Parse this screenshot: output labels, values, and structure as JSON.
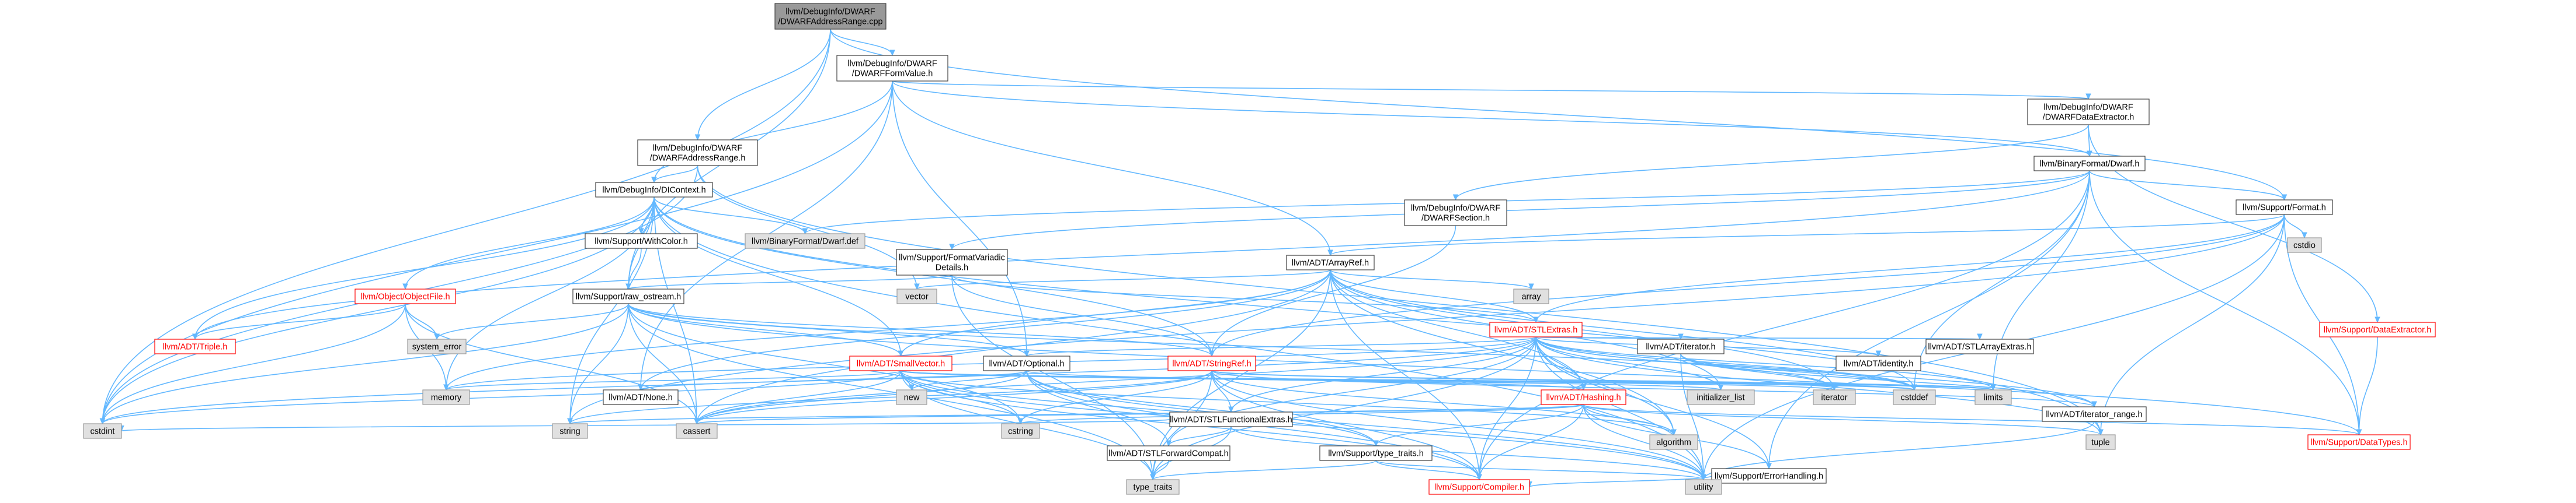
{
  "diagram": {
    "type": "include-dependency-graph",
    "colors": {
      "edge": "#63b8ff",
      "root_fill": "#999999",
      "system_fill": "#e0e0e0",
      "truncated_border": "#ff0000",
      "normal_border": "#404040"
    },
    "nodes": [
      {
        "id": "root",
        "kind": "root",
        "lines": [
          "llvm/DebugInfo/DWARF",
          "/DWARFAddressRange.cpp"
        ]
      },
      {
        "id": "formvalue",
        "kind": "normal",
        "lines": [
          "llvm/DebugInfo/DWARF",
          "/DWARFFormValue.h"
        ]
      },
      {
        "id": "addrrange",
        "kind": "normal",
        "lines": [
          "llvm/DebugInfo/DWARF",
          "/DWARFAddressRange.h"
        ]
      },
      {
        "id": "dataextractor_dw",
        "kind": "normal",
        "lines": [
          "llvm/DebugInfo/DWARF",
          "/DWARFDataExtractor.h"
        ]
      },
      {
        "id": "dicontext",
        "kind": "normal",
        "lines": [
          "llvm/DebugInfo/DIContext.h"
        ]
      },
      {
        "id": "binarydwarf",
        "kind": "normal",
        "lines": [
          "llvm/BinaryFormat/Dwarf.h"
        ]
      },
      {
        "id": "dwarfsection",
        "kind": "normal",
        "lines": [
          "llvm/DebugInfo/DWARF",
          "/DWARFSection.h"
        ]
      },
      {
        "id": "supportformat",
        "kind": "normal",
        "lines": [
          "llvm/Support/Format.h"
        ]
      },
      {
        "id": "dwarfdef",
        "kind": "sys",
        "lines": [
          "llvm/BinaryFormat/Dwarf.def"
        ]
      },
      {
        "id": "withcolor",
        "kind": "normal",
        "lines": [
          "llvm/Support/WithColor.h"
        ]
      },
      {
        "id": "formatvariadic",
        "kind": "normal",
        "lines": [
          "llvm/Support/FormatVariadic",
          "Details.h"
        ]
      },
      {
        "id": "cstdio",
        "kind": "sys",
        "lines": [
          "cstdio"
        ]
      },
      {
        "id": "arrayref",
        "kind": "normal",
        "lines": [
          "llvm/ADT/ArrayRef.h"
        ]
      },
      {
        "id": "objectfile",
        "kind": "trunc",
        "lines": [
          "llvm/Object/ObjectFile.h"
        ]
      },
      {
        "id": "rawostream",
        "kind": "normal",
        "lines": [
          "llvm/Support/raw_ostream.h"
        ]
      },
      {
        "id": "vector",
        "kind": "sys",
        "lines": [
          "vector"
        ]
      },
      {
        "id": "array",
        "kind": "sys",
        "lines": [
          "array"
        ]
      },
      {
        "id": "stlextras",
        "kind": "trunc",
        "lines": [
          "llvm/ADT/STLExtras.h"
        ]
      },
      {
        "id": "dataextractor",
        "kind": "trunc",
        "lines": [
          "llvm/Support/DataExtractor.h"
        ]
      },
      {
        "id": "triple",
        "kind": "trunc",
        "lines": [
          "llvm/ADT/Triple.h"
        ]
      },
      {
        "id": "systemerror",
        "kind": "sys",
        "lines": [
          "system_error"
        ]
      },
      {
        "id": "smallvector",
        "kind": "trunc",
        "lines": [
          "llvm/ADT/SmallVector.h"
        ]
      },
      {
        "id": "optional",
        "kind": "normal",
        "lines": [
          "llvm/ADT/Optional.h"
        ]
      },
      {
        "id": "stringref",
        "kind": "trunc",
        "lines": [
          "llvm/ADT/StringRef.h"
        ]
      },
      {
        "id": "iteratorh",
        "kind": "normal",
        "lines": [
          "llvm/ADT/iterator.h"
        ]
      },
      {
        "id": "identity",
        "kind": "normal",
        "lines": [
          "llvm/ADT/identity.h"
        ]
      },
      {
        "id": "stlarrayextras",
        "kind": "normal",
        "lines": [
          "llvm/ADT/STLArrayExtras.h"
        ]
      },
      {
        "id": "memory",
        "kind": "sys",
        "lines": [
          "memory"
        ]
      },
      {
        "id": "none",
        "kind": "normal",
        "lines": [
          "llvm/ADT/None.h"
        ]
      },
      {
        "id": "new",
        "kind": "sys",
        "lines": [
          "new"
        ]
      },
      {
        "id": "stlfunctional",
        "kind": "normal",
        "lines": [
          "llvm/ADT/STLFunctionalExtras.h"
        ]
      },
      {
        "id": "hashing",
        "kind": "trunc",
        "lines": [
          "llvm/ADT/Hashing.h"
        ]
      },
      {
        "id": "initlist",
        "kind": "sys",
        "lines": [
          "initializer_list"
        ]
      },
      {
        "id": "iterator",
        "kind": "sys",
        "lines": [
          "iterator"
        ]
      },
      {
        "id": "cstddef",
        "kind": "sys",
        "lines": [
          "cstddef"
        ]
      },
      {
        "id": "limits",
        "kind": "sys",
        "lines": [
          "limits"
        ]
      },
      {
        "id": "iteratorrange",
        "kind": "normal",
        "lines": [
          "llvm/ADT/iterator_range.h"
        ]
      },
      {
        "id": "cstdint",
        "kind": "sys",
        "lines": [
          "cstdint"
        ]
      },
      {
        "id": "string",
        "kind": "sys",
        "lines": [
          "string"
        ]
      },
      {
        "id": "cassert",
        "kind": "sys",
        "lines": [
          "cassert"
        ]
      },
      {
        "id": "cstring",
        "kind": "sys",
        "lines": [
          "cstring"
        ]
      },
      {
        "id": "stlforwardcompat",
        "kind": "normal",
        "lines": [
          "llvm/ADT/STLForwardCompat.h"
        ]
      },
      {
        "id": "typetraitsh",
        "kind": "normal",
        "lines": [
          "llvm/Support/type_traits.h"
        ]
      },
      {
        "id": "algorithm",
        "kind": "sys",
        "lines": [
          "algorithm"
        ]
      },
      {
        "id": "errorhandling",
        "kind": "normal",
        "lines": [
          "llvm/Support/ErrorHandling.h"
        ]
      },
      {
        "id": "tuple",
        "kind": "sys",
        "lines": [
          "tuple"
        ]
      },
      {
        "id": "datatypes",
        "kind": "trunc",
        "lines": [
          "llvm/Support/DataTypes.h"
        ]
      },
      {
        "id": "typetraits",
        "kind": "sys",
        "lines": [
          "type_traits"
        ]
      },
      {
        "id": "compiler",
        "kind": "trunc",
        "lines": [
          "llvm/Support/Compiler.h"
        ]
      },
      {
        "id": "utility",
        "kind": "sys",
        "lines": [
          "utility"
        ]
      }
    ],
    "edges": [
      [
        "root",
        "formvalue"
      ],
      [
        "root",
        "addrrange"
      ],
      [
        "root",
        "rawostream"
      ],
      [
        "root",
        "supportformat"
      ],
      [
        "root",
        "cstdint"
      ],
      [
        "formvalue",
        "dicontext"
      ],
      [
        "formvalue",
        "dataextractor_dw"
      ],
      [
        "formvalue",
        "binarydwarf"
      ],
      [
        "formvalue",
        "arrayref"
      ],
      [
        "formvalue",
        "optional"
      ],
      [
        "formvalue",
        "none"
      ],
      [
        "formvalue",
        "cstdint"
      ],
      [
        "addrrange",
        "dicontext"
      ],
      [
        "addrrange",
        "tuple"
      ],
      [
        "addrrange",
        "vector"
      ],
      [
        "addrrange",
        "cstdint"
      ],
      [
        "dataextractor_dw",
        "binarydwarf"
      ],
      [
        "dataextractor_dw",
        "dwarfsection"
      ],
      [
        "dataextractor_dw",
        "dataextractor"
      ],
      [
        "dicontext",
        "dwarfdef"
      ],
      [
        "dicontext",
        "withcolor"
      ],
      [
        "dicontext",
        "objectfile"
      ],
      [
        "dicontext",
        "rawostream"
      ],
      [
        "dicontext",
        "smallvector"
      ],
      [
        "dicontext",
        "triple"
      ],
      [
        "dicontext",
        "memory"
      ],
      [
        "dicontext",
        "cassert"
      ],
      [
        "dicontext",
        "cstdint"
      ],
      [
        "dicontext",
        "string"
      ],
      [
        "dicontext",
        "tuple"
      ],
      [
        "dicontext",
        "utility"
      ],
      [
        "dicontext",
        "stringref"
      ],
      [
        "binarydwarf",
        "dwarfdef"
      ],
      [
        "binarydwarf",
        "supportformat"
      ],
      [
        "binarydwarf",
        "formatvariadic"
      ],
      [
        "binarydwarf",
        "triple"
      ],
      [
        "binarydwarf",
        "errorhandling"
      ],
      [
        "binarydwarf",
        "datatypes"
      ],
      [
        "binarydwarf",
        "cstddef"
      ],
      [
        "binarydwarf",
        "limits"
      ],
      [
        "binarydwarf",
        "compiler"
      ],
      [
        "supportformat",
        "arrayref"
      ],
      [
        "supportformat",
        "stringref"
      ],
      [
        "supportformat",
        "datatypes"
      ],
      [
        "supportformat",
        "cstdio"
      ],
      [
        "supportformat",
        "string"
      ],
      [
        "supportformat",
        "tuple"
      ],
      [
        "supportformat",
        "utility"
      ],
      [
        "supportformat",
        "stlextras"
      ],
      [
        "dwarfsection",
        "stringref"
      ],
      [
        "withcolor",
        "rawostream"
      ],
      [
        "formatvariadic",
        "stlextras"
      ],
      [
        "formatvariadic",
        "stringref"
      ],
      [
        "formatvariadic",
        "rawostream"
      ],
      [
        "formatvariadic",
        "typetraits"
      ],
      [
        "arrayref",
        "stlextras"
      ],
      [
        "arrayref",
        "smallvector"
      ],
      [
        "arrayref",
        "none"
      ],
      [
        "arrayref",
        "hashing"
      ],
      [
        "arrayref",
        "algorithm"
      ],
      [
        "arrayref",
        "array"
      ],
      [
        "arrayref",
        "cassert"
      ],
      [
        "arrayref",
        "cstddef"
      ],
      [
        "arrayref",
        "initlist"
      ],
      [
        "arrayref",
        "iterator"
      ],
      [
        "arrayref",
        "memory"
      ],
      [
        "arrayref",
        "typetraits"
      ],
      [
        "arrayref",
        "vector"
      ],
      [
        "arrayref",
        "compiler"
      ],
      [
        "objectfile",
        "triple"
      ],
      [
        "objectfile",
        "systemerror"
      ],
      [
        "objectfile",
        "cassert"
      ],
      [
        "objectfile",
        "cstdint"
      ],
      [
        "objectfile",
        "memory"
      ],
      [
        "rawostream",
        "stringref"
      ],
      [
        "rawostream",
        "smallvector"
      ],
      [
        "rawostream",
        "optional"
      ],
      [
        "rawostream",
        "datatypes"
      ],
      [
        "rawostream",
        "cassert"
      ],
      [
        "rawostream",
        "cstddef"
      ],
      [
        "rawostream",
        "cstdint"
      ],
      [
        "rawostream",
        "cstring"
      ],
      [
        "rawostream",
        "string"
      ],
      [
        "rawostream",
        "systemerror"
      ],
      [
        "rawostream",
        "typetraits"
      ],
      [
        "stlextras",
        "optional"
      ],
      [
        "stlextras",
        "stlarrayextras"
      ],
      [
        "stlextras",
        "stlforwardcompat"
      ],
      [
        "stlextras",
        "stlfunctional"
      ],
      [
        "stlextras",
        "identity"
      ],
      [
        "stlextras",
        "iteratorh"
      ],
      [
        "stlextras",
        "iteratorrange"
      ],
      [
        "stlextras",
        "hashing"
      ],
      [
        "stlextras",
        "algorithm"
      ],
      [
        "stlextras",
        "cassert"
      ],
      [
        "stlextras",
        "cstddef"
      ],
      [
        "stlextras",
        "cstdint"
      ],
      [
        "stlextras",
        "initlist"
      ],
      [
        "stlextras",
        "iterator"
      ],
      [
        "stlextras",
        "limits"
      ],
      [
        "stlextras",
        "memory"
      ],
      [
        "stlextras",
        "tuple"
      ],
      [
        "stlextras",
        "typetraits"
      ],
      [
        "stlextras",
        "utility"
      ],
      [
        "stlextras",
        "errorhandling"
      ],
      [
        "stlextras",
        "compiler"
      ],
      [
        "dataextractor",
        "datatypes"
      ],
      [
        "smallvector",
        "typetraitsh"
      ],
      [
        "smallvector",
        "algorithm"
      ],
      [
        "smallvector",
        "cassert"
      ],
      [
        "smallvector",
        "cstddef"
      ],
      [
        "smallvector",
        "cstdint"
      ],
      [
        "smallvector",
        "cstring"
      ],
      [
        "smallvector",
        "initlist"
      ],
      [
        "smallvector",
        "iterator"
      ],
      [
        "smallvector",
        "limits"
      ],
      [
        "smallvector",
        "memory"
      ],
      [
        "smallvector",
        "new"
      ],
      [
        "smallvector",
        "typetraits"
      ],
      [
        "smallvector",
        "utility"
      ],
      [
        "smallvector",
        "compiler"
      ],
      [
        "optional",
        "none"
      ],
      [
        "optional",
        "stlforwardcompat"
      ],
      [
        "optional",
        "hashing"
      ],
      [
        "optional",
        "typetraitsh"
      ],
      [
        "optional",
        "cassert"
      ],
      [
        "optional",
        "new"
      ],
      [
        "optional",
        "utility"
      ],
      [
        "optional",
        "compiler"
      ],
      [
        "stringref",
        "stlfunctional"
      ],
      [
        "stringref",
        "iteratorrange"
      ],
      [
        "stringref",
        "algorithm"
      ],
      [
        "stringref",
        "cassert"
      ],
      [
        "stringref",
        "cstddef"
      ],
      [
        "stringref",
        "cstring"
      ],
      [
        "stringref",
        "limits"
      ],
      [
        "stringref",
        "string"
      ],
      [
        "stringref",
        "typetraits"
      ],
      [
        "stringref",
        "utility"
      ],
      [
        "stringref",
        "compiler"
      ],
      [
        "iteratorh",
        "iteratorrange"
      ],
      [
        "iteratorh",
        "cstddef"
      ],
      [
        "iteratorh",
        "iterator"
      ],
      [
        "iteratorh",
        "utility"
      ],
      [
        "stlfunctional",
        "stlforwardcompat"
      ],
      [
        "stlfunctional",
        "cstdint"
      ],
      [
        "stlfunctional",
        "typetraits"
      ],
      [
        "stlfunctional",
        "utility"
      ],
      [
        "hashing",
        "errorhandling"
      ],
      [
        "hashing",
        "datatypes"
      ],
      [
        "hashing",
        "algorithm"
      ],
      [
        "hashing",
        "cassert"
      ],
      [
        "hashing",
        "cstring"
      ],
      [
        "hashing",
        "string"
      ],
      [
        "hashing",
        "tuple"
      ],
      [
        "hashing",
        "utility"
      ],
      [
        "hashing",
        "typetraitsh"
      ],
      [
        "hashing",
        "compiler"
      ],
      [
        "iteratorrange",
        "utility"
      ],
      [
        "stlforwardcompat",
        "typetraits"
      ],
      [
        "typetraitsh",
        "typetraits"
      ],
      [
        "typetraitsh",
        "utility"
      ],
      [
        "typetraitsh",
        "compiler"
      ],
      [
        "errorhandling",
        "compiler"
      ]
    ]
  }
}
